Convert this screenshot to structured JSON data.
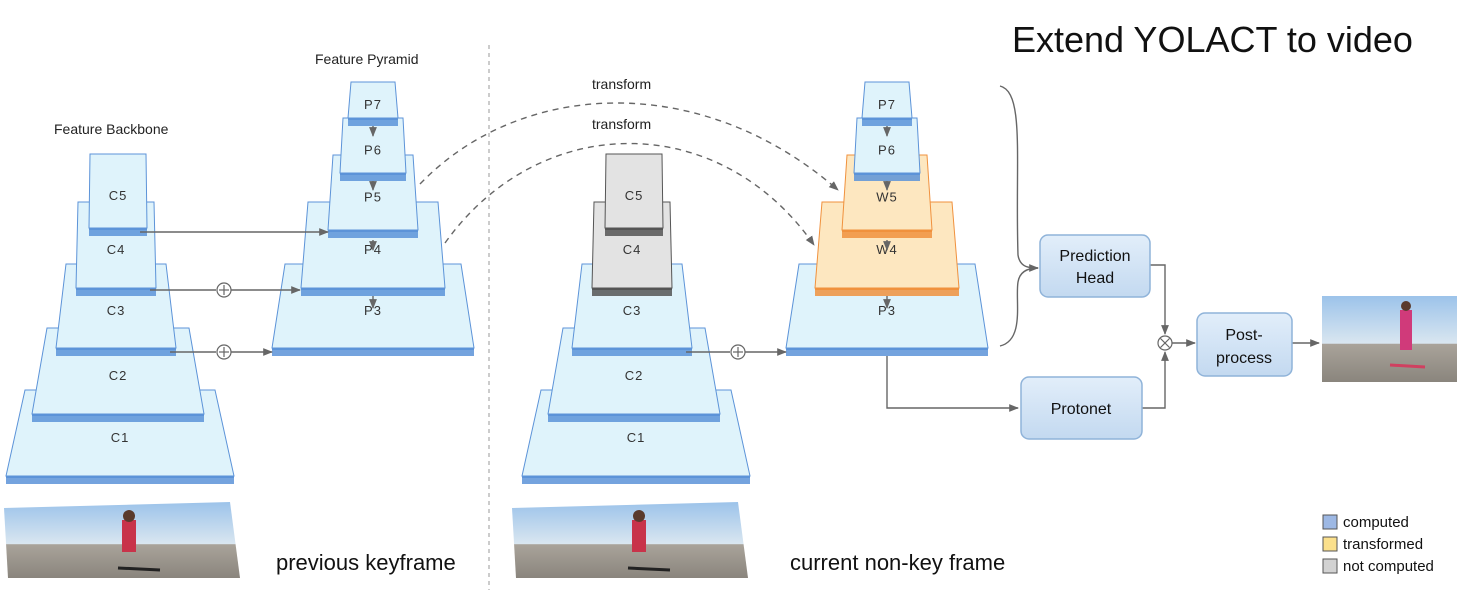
{
  "title": "Extend YOLACT to video",
  "left_panel": {
    "backbone_title": "Feature Backbone",
    "pyramid_title": "Feature Pyramid",
    "caption": "previous keyframe",
    "backbone": [
      "C1",
      "C2",
      "C3",
      "C4",
      "C5"
    ],
    "pyramid": [
      "P3",
      "P4",
      "P5",
      "P6",
      "P7"
    ]
  },
  "right_panel": {
    "caption": "current non-key frame",
    "transform_labels": [
      "transform",
      "transform"
    ],
    "backbone": [
      "C1",
      "C2",
      "C3",
      "C4",
      "C5"
    ],
    "pyramid": [
      "P3",
      "W4",
      "W5",
      "P6",
      "P7"
    ]
  },
  "heads": {
    "prediction": [
      "Prediction",
      "Head"
    ],
    "protonet": "Protonet",
    "postprocess": [
      "Post-",
      "process"
    ]
  },
  "legend": [
    {
      "label": "computed",
      "color": "#9db8e4"
    },
    {
      "label": "transformed",
      "color": "#fbe08c"
    },
    {
      "label": "not computed",
      "color": "#d2d2d2"
    }
  ],
  "colors": {
    "computed_fill": "#dff3fb",
    "computed_edge": "#5c93d8",
    "transformed_fill": "#fde7c0",
    "transformed_edge": "#f0913d",
    "notcomp_fill": "#e3e3e3",
    "notcomp_edge": "#555555",
    "box_fill": "#d2e4f6",
    "box_edge": "#8fb3d9"
  }
}
